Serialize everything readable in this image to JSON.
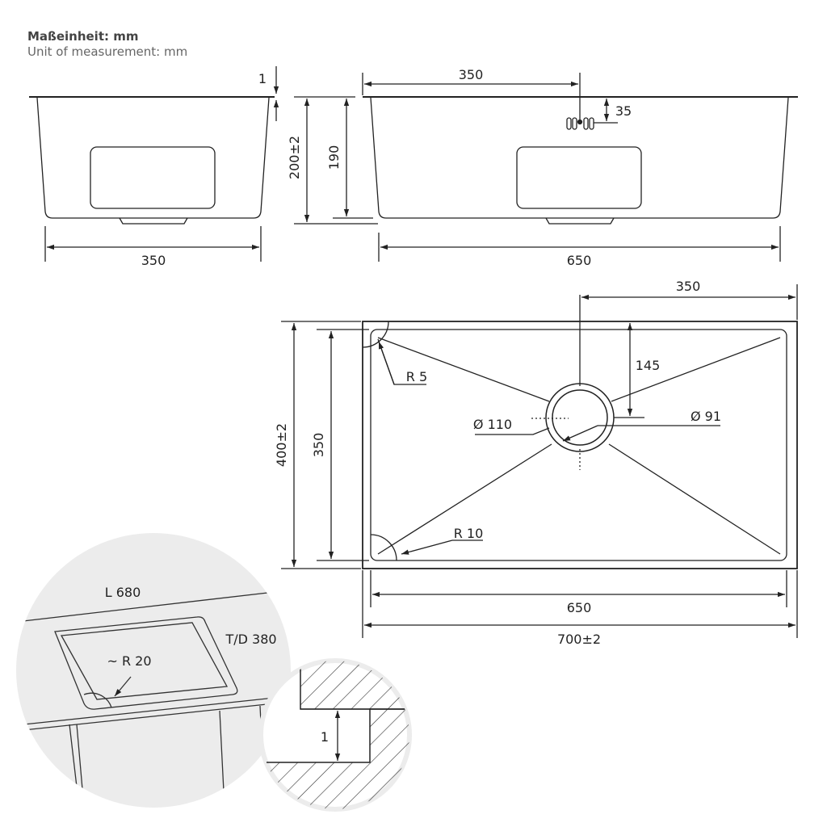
{
  "units": {
    "label_de": "Maßeinheit: mm",
    "label_en": "Unit of measurement: mm"
  },
  "side_view": {
    "rim_thickness": "1",
    "height_total": "200±2",
    "inner_height": "190",
    "width": "350"
  },
  "front_view": {
    "overflow_offset": "350",
    "overflow_height": "35",
    "width": "650"
  },
  "top_view": {
    "drain_offset": "350",
    "drain_from_top": "145",
    "corner_outer_radius": "R 5",
    "corner_inner_radius": "R 10",
    "drain_outer_diameter": "Ø 110",
    "drain_inner_diameter": "Ø 91",
    "outer_depth": "400±2",
    "inner_depth": "350",
    "inner_width": "650",
    "outer_width": "700±2"
  },
  "detail_cutout": {
    "length": "L 680",
    "depth": "T/D 380",
    "radius": "~ R 20"
  },
  "detail_section": {
    "rim_thickness": "1"
  }
}
